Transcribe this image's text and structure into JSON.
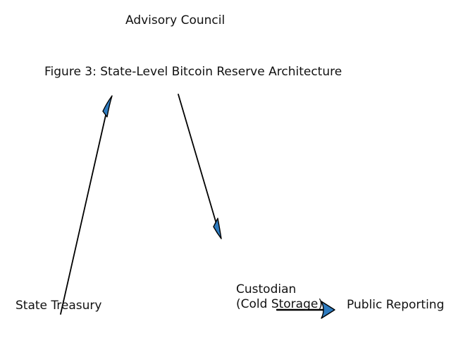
{
  "figure": {
    "title": "Figure 3: State-Level Bitcoin Reserve Architecture",
    "background_color": "#ffffff",
    "text_color": "#111111",
    "line_color": "#000000",
    "arrowhead_fill": "#2e7bbf",
    "arrowhead_stroke": "#000000"
  },
  "nodes": {
    "advisory_council": {
      "label": "Advisory Council"
    },
    "state_treasury": {
      "label": "State Treasury"
    },
    "custodian": {
      "label": "Custodian\n(Cold Storage)"
    },
    "public_reporting": {
      "label": "Public Reporting"
    }
  },
  "arrows": [
    {
      "name": "treasury-to-advisory",
      "from": "State Treasury",
      "to": "Advisory Council",
      "direction": "up-right"
    },
    {
      "name": "advisory-to-custodian",
      "from": "Advisory Council",
      "to": "Custodian (Cold Storage)",
      "direction": "down-right"
    },
    {
      "name": "custodian-to-reporting",
      "from": "Custodian (Cold Storage)",
      "to": "Public Reporting",
      "direction": "right"
    }
  ]
}
